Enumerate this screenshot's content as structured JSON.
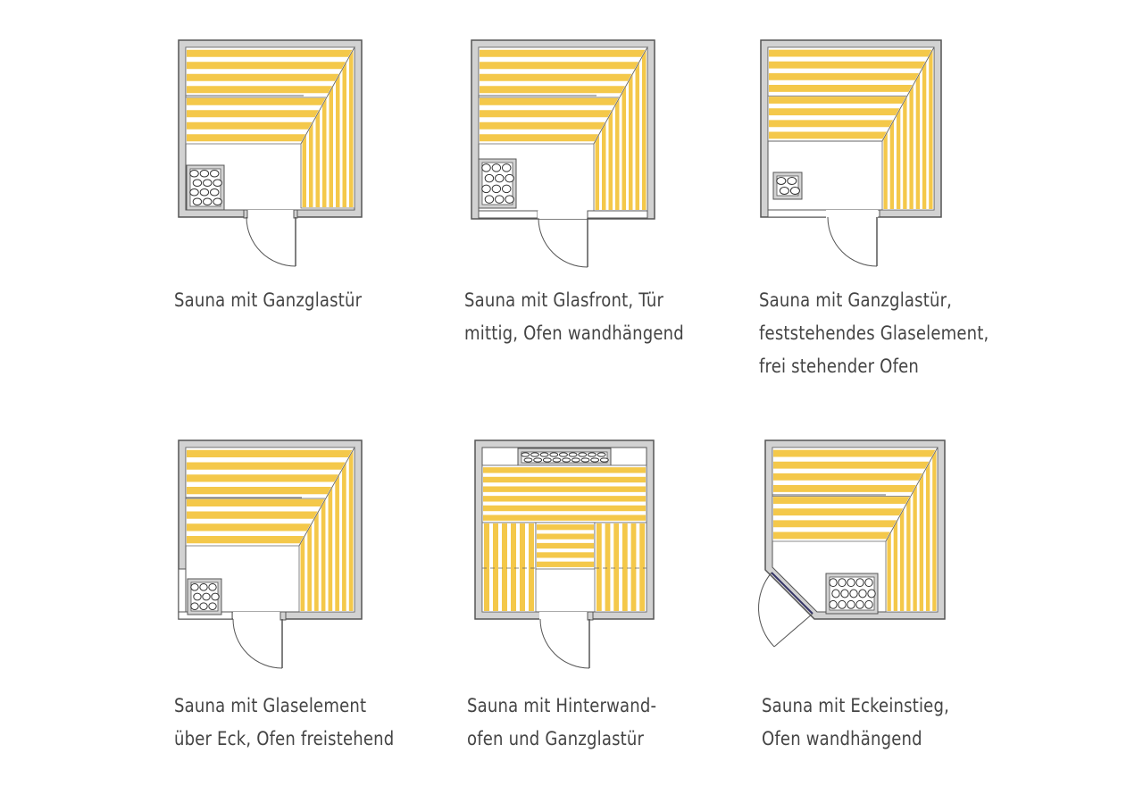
{
  "diagrams": [
    {
      "id": "ganzglastuer",
      "caption": [
        "Sauna mit Ganzglastür"
      ]
    },
    {
      "id": "glasfront",
      "caption": [
        "Sauna mit Glasfront, Tür",
        "mittig, Ofen wandhängend"
      ]
    },
    {
      "id": "feststehend",
      "caption": [
        "Sauna mit Ganzglastür,",
        "feststehendes Glaselement,",
        "frei stehender Ofen"
      ]
    },
    {
      "id": "glaselement-eck",
      "caption": [
        "Sauna mit Glaselement",
        "über Eck, Ofen freistehend"
      ]
    },
    {
      "id": "hinterwandofen",
      "caption": [
        "Sauna mit Hinterwand-",
        "ofen und Ganzglastür"
      ]
    },
    {
      "id": "eckeinstieg",
      "caption": [
        "Sauna mit Eckeinstieg,",
        "Ofen wandhängend"
      ]
    }
  ],
  "colors": {
    "wall_fill": "#d2d2d2",
    "wall_stroke": "#555555",
    "bench_yellow": "#f4c84a",
    "bench_white": "#ffffff",
    "line": "#666666",
    "text": "#444444"
  }
}
